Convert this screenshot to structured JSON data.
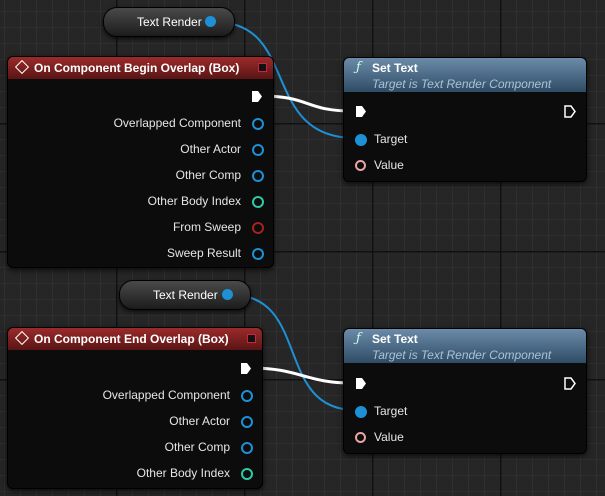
{
  "getters": [
    {
      "label": "Text Render"
    },
    {
      "label": "Text Render"
    }
  ],
  "events": [
    {
      "title": "On Component Begin Overlap (Box)",
      "pins": [
        "Overlapped Component",
        "Other Actor",
        "Other Comp",
        "Other Body Index",
        "From Sweep",
        "Sweep Result"
      ]
    },
    {
      "title": "On Component End Overlap (Box)",
      "pins": [
        "Overlapped Component",
        "Other Actor",
        "Other Comp",
        "Other Body Index"
      ]
    }
  ],
  "functions": [
    {
      "icon": "ƒ",
      "title": "Set Text",
      "subtitle": "Target is Text Render Component",
      "pins": [
        "Target",
        "Value"
      ]
    },
    {
      "icon": "ƒ",
      "title": "Set Text",
      "subtitle": "Target is Text Render Component",
      "pins": [
        "Target",
        "Value"
      ]
    }
  ],
  "colors": {
    "object_pin": "#1e90d6",
    "exec_wire": "#ffffff",
    "event_header": "#8f2525",
    "function_header": "#4f6f8c",
    "bool_pin": "#a82020",
    "text_pin": "#e9a5a5"
  }
}
